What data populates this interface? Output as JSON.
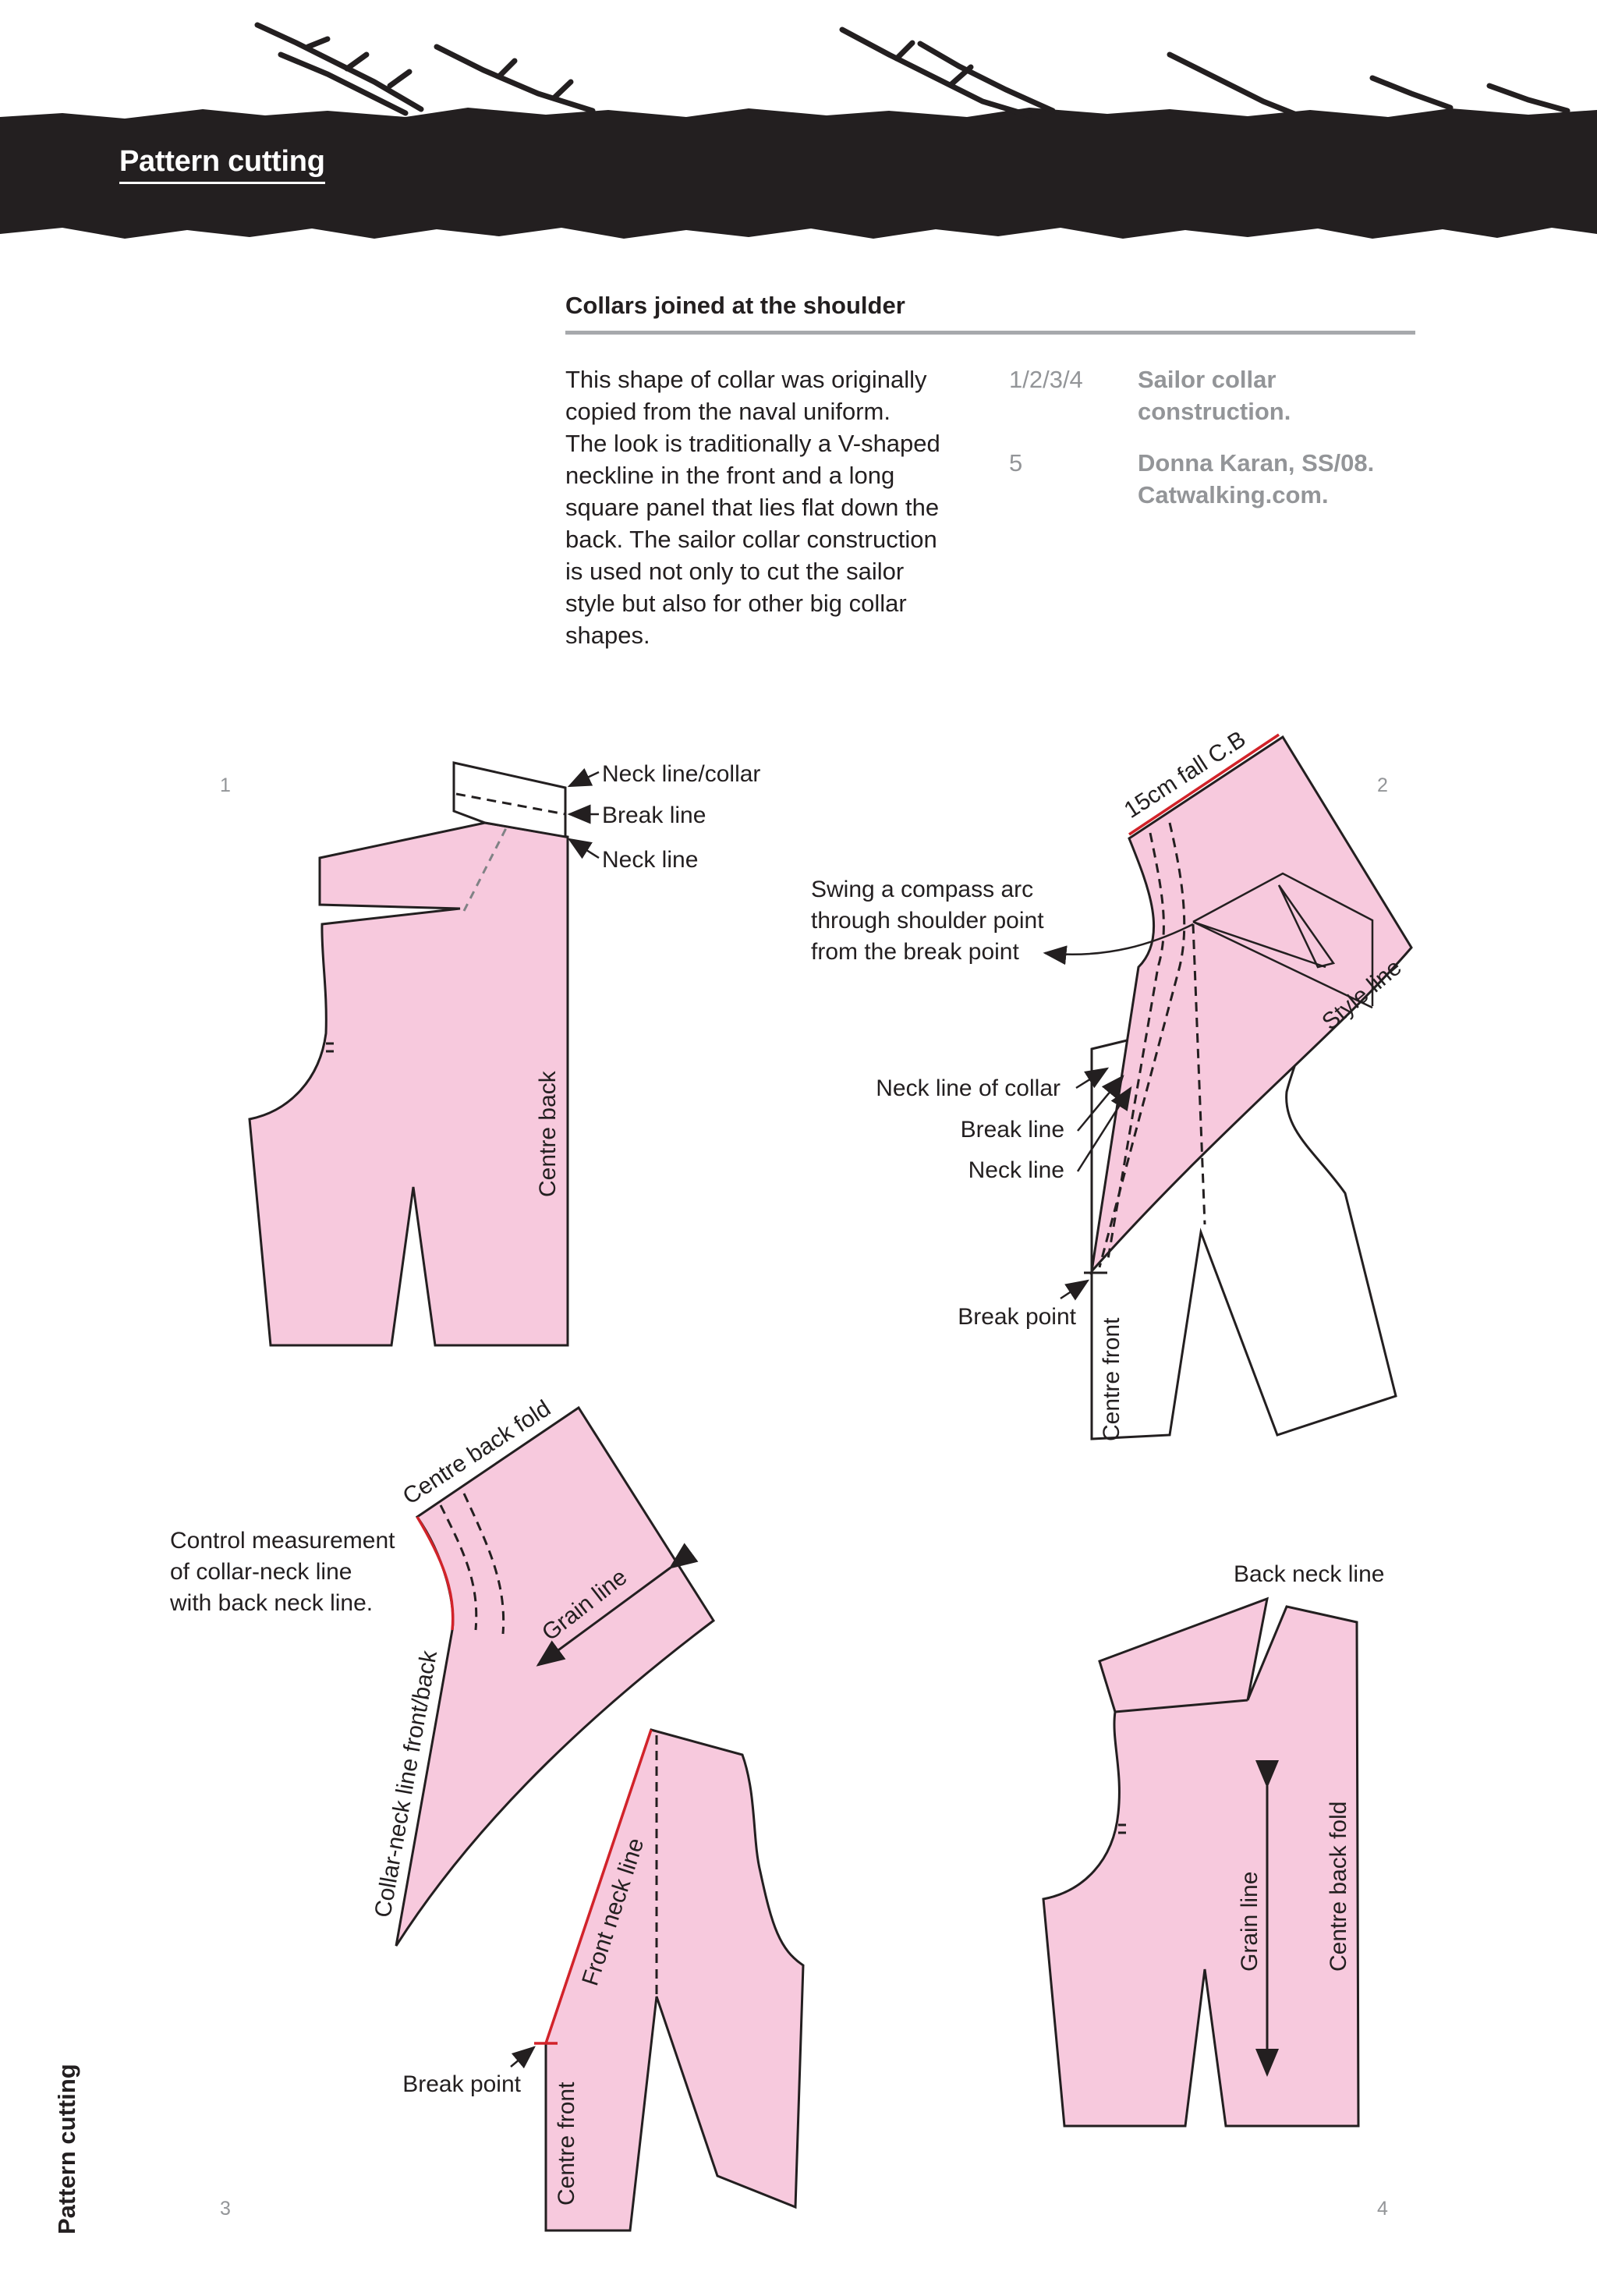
{
  "header": {
    "running_head": "Pattern cutting"
  },
  "section": {
    "title": "Collars joined at the shoulder",
    "body": "This shape of collar was originally\ncopied from the naval uniform.\nThe look is traditionally a V-shaped\nneckline in the front and a long\nsquare panel that lies flat down the\nback. The sailor collar construction\nis used not only to cut the sailor\nstyle but also for other big collar\nshapes."
  },
  "captions": [
    {
      "num": "1/2/3/4",
      "text": "Sailor collar construction."
    },
    {
      "num": "5",
      "text": "Donna Karan, SS/08. Catwalking.com."
    }
  ],
  "side_label": "Pattern cutting",
  "colors": {
    "pattern_fill": "#f7c9dd",
    "accent_red": "#d2232a",
    "caption_grey": "#939598",
    "banner": "#231f20"
  },
  "figures": {
    "fig1": {
      "number": "1",
      "labels": {
        "neck_line_collar": "Neck line/collar",
        "break_line": "Break line",
        "neck_line": "Neck line",
        "centre_back": "Centre back"
      }
    },
    "fig2": {
      "number": "2",
      "labels": {
        "fall": "15cm fall C.B",
        "swing_1": "Swing a compass arc",
        "swing_2": "through shoulder point",
        "swing_3": "from the break point",
        "style_line": "Style line",
        "neck_line_of_collar": "Neck line of collar",
        "break_line": "Break line",
        "neck_line": "Neck line",
        "break_point": "Break point",
        "centre_front": "Centre front"
      }
    },
    "fig3": {
      "number": "3",
      "labels": {
        "centre_back_fold": "Centre back fold",
        "control_1": "Control measurement",
        "control_2": "of collar-neck line",
        "control_3": "with back neck line.",
        "grain_line": "Grain line",
        "collar_neck_line": "Collar-neck line front/back",
        "front_neck_line": "Front neck line",
        "break_point": "Break point",
        "centre_front": "Centre front"
      }
    },
    "fig4": {
      "number": "4",
      "labels": {
        "back_neck_line": "Back neck line",
        "grain_line": "Grain line",
        "centre_back_fold": "Centre back fold"
      }
    }
  }
}
